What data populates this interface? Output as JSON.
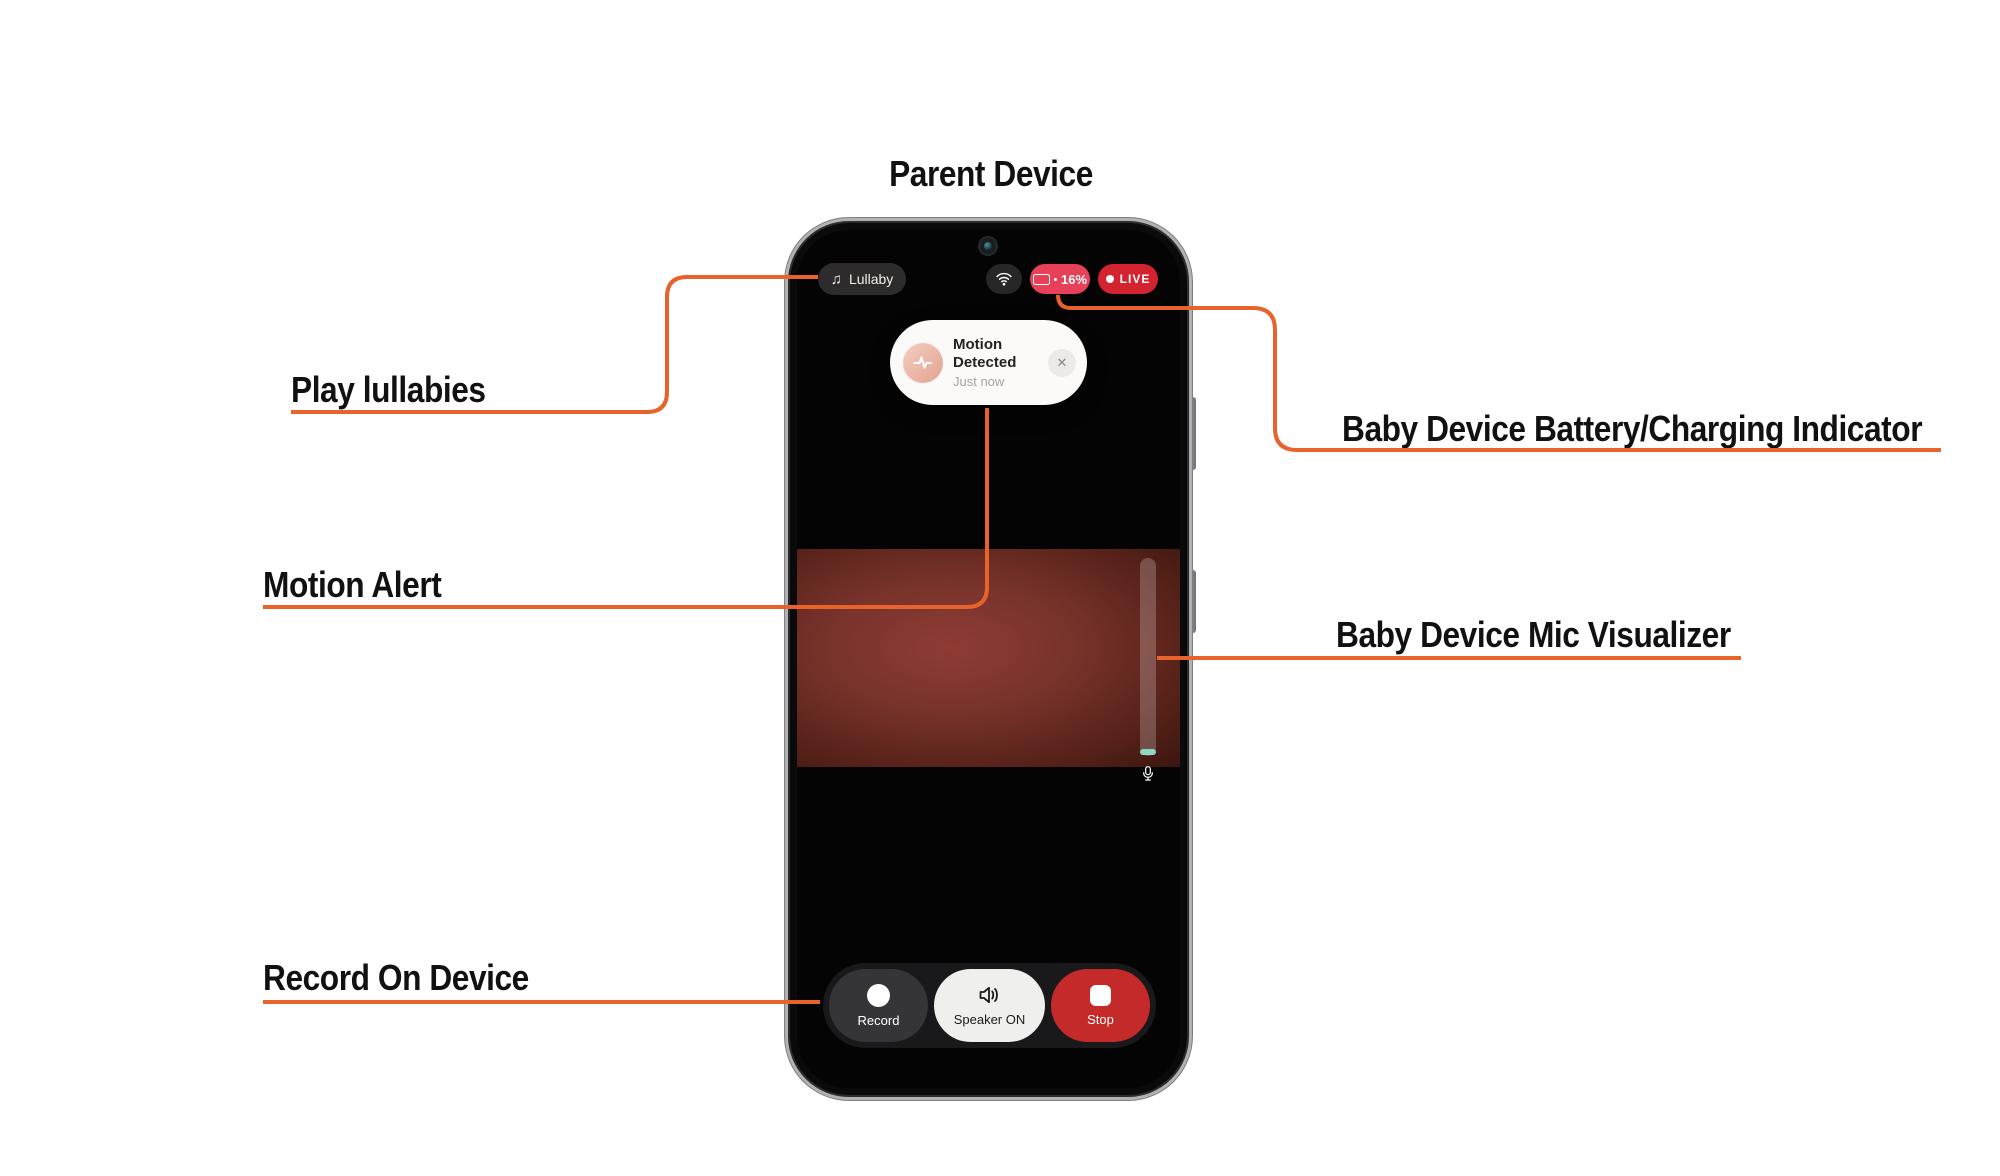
{
  "title": "Parent Device",
  "labels": {
    "play_lullabies": "Play lullabies",
    "motion_alert": "Motion Alert",
    "record_on_device": "Record On Device",
    "battery_indicator": "Baby Device Battery/Charging Indicator",
    "mic_visualizer": "Baby Device Mic Visualizer"
  },
  "phone": {
    "status": {
      "lullaby": {
        "icon": "♫",
        "label": "Lullaby"
      },
      "wifi_icon": "wifi-signal",
      "battery": {
        "percent": "16%"
      },
      "live": {
        "label": "LIVE"
      }
    },
    "notification": {
      "title": "Motion Detected",
      "time": "Just now",
      "close_icon": "✕",
      "icon": "motion-waveform"
    },
    "mic": {
      "visualizer_icon": "microphone"
    },
    "controls": {
      "record": "Record",
      "speaker": "Speaker ON",
      "stop": "Stop"
    }
  },
  "colors": {
    "accent_orange": "#E8632B",
    "battery_pill": "#E74059",
    "live_pill": "#D2232E",
    "status_dark_pill": "#2D2B2C",
    "notification_bg": "#FBFAF8",
    "notification_icon": "#E5A290",
    "video_center": "#8E3C34",
    "mic_bar_tip": "#8FD7C3",
    "stop_button": "#C42A2A",
    "record_button": "#353539",
    "speaker_button": "#EFEFED"
  }
}
